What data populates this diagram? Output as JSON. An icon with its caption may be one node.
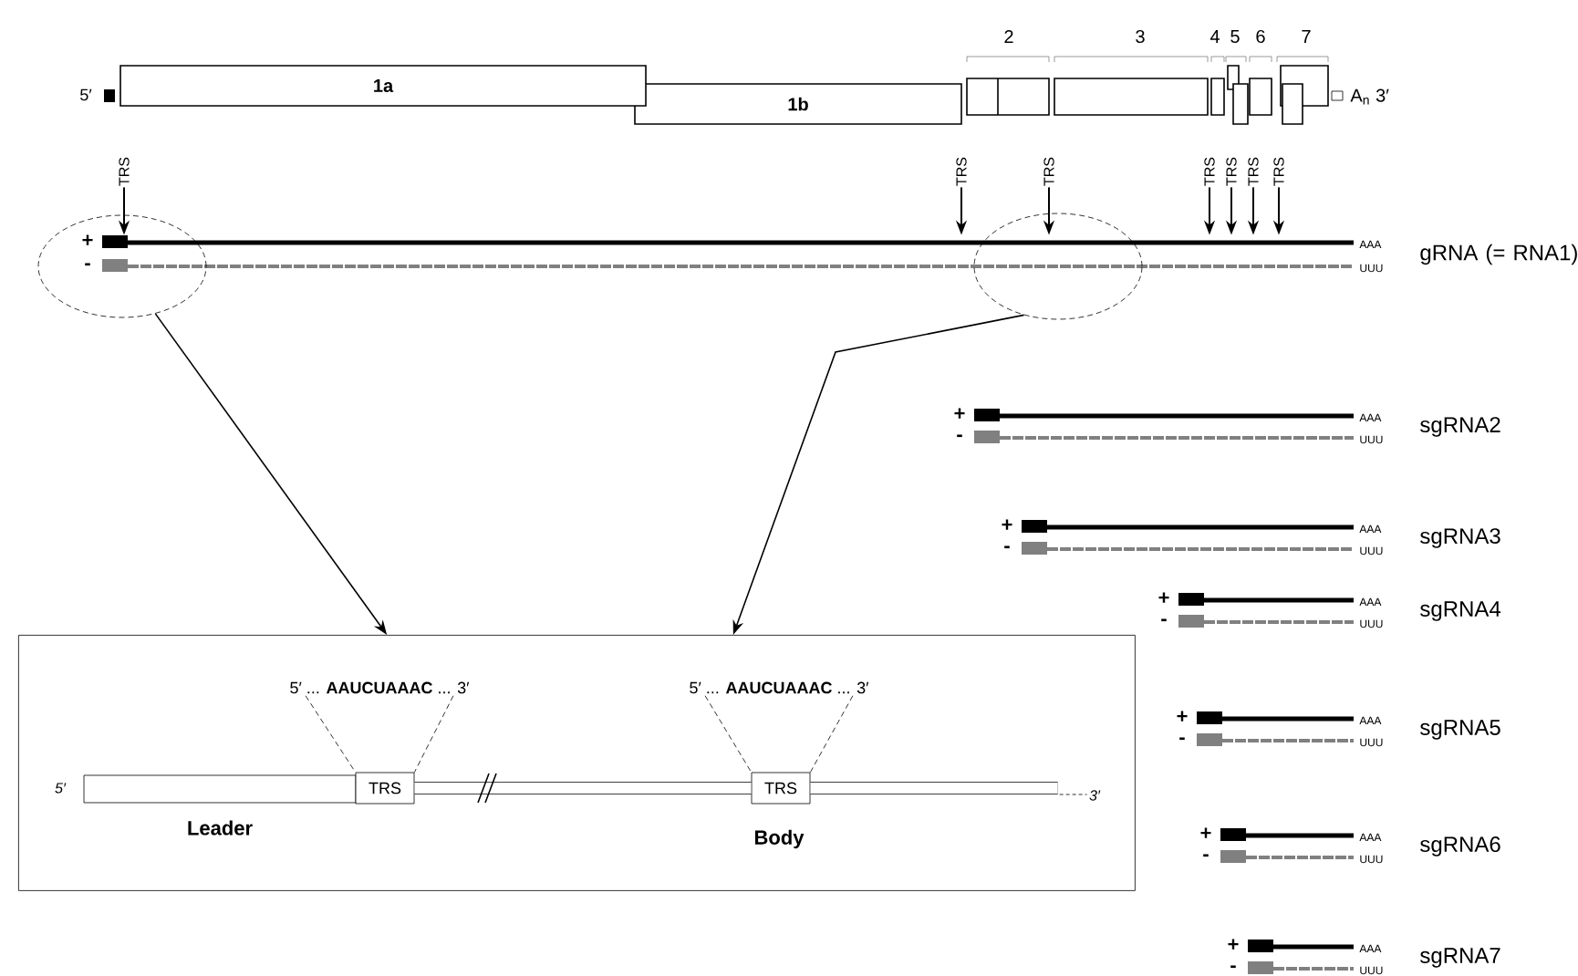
{
  "diagram": {
    "nodes": [
      {
        "text": [
          "1a"
        ]
      },
      {
        "text": [
          "1b"
        ]
      },
      {
        "text": [
          "2"
        ]
      },
      {
        "text": [
          "3"
        ]
      },
      {
        "text": [
          "4"
        ]
      },
      {
        "text": [
          "5"
        ]
      },
      {
        "text": [
          "6"
        ]
      },
      {
        "text": [
          "7"
        ]
      },
      {
        "text": [
          "TRS"
        ]
      },
      {
        "text": [
          "TRS"
        ]
      },
      {
        "text": [
          "TRS"
        ]
      },
      {
        "text": [
          "TRS"
        ]
      },
      {
        "text": [
          "TRS"
        ]
      },
      {
        "text": [
          "TRS"
        ]
      },
      {
        "text": [
          "TRS"
        ]
      },
      {
        "text": [],
        "shape": "bar",
        "beside": [
          "+",
          "-",
          "AAA",
          "UUU",
          "gRNA (= RNA1)"
        ]
      },
      {
        "text": [],
        "shape": "bar",
        "beside": [
          "+",
          "-",
          "AAA",
          "UUU",
          "sgRNA2"
        ]
      },
      {
        "text": [],
        "shape": "bar",
        "beside": [
          "+",
          "-",
          "AAA",
          "UUU",
          "sgRNA3"
        ]
      },
      {
        "text": [],
        "shape": "bar",
        "beside": [
          "+",
          "-",
          "AAA",
          "UUU",
          "sgRNA4"
        ]
      },
      {
        "text": [],
        "shape": "bar",
        "beside": [
          "+",
          "-",
          "AAA",
          "UUU",
          "sgRNA5"
        ]
      },
      {
        "text": [],
        "shape": "bar",
        "beside": [
          "+",
          "-",
          "AAA",
          "UUU",
          "sgRNA6"
        ]
      },
      {
        "text": [],
        "shape": "bar",
        "beside": [
          "+",
          "-",
          "AAA",
          "UUU",
          "sgRNA7"
        ]
      },
      {
        "text": [],
        "shape": "ellipse"
      },
      {
        "text": [],
        "shape": "ellipse"
      },
      {
        "text": [],
        "shape": "box"
      },
      {
        "text": [
          "5′ ... **AAUCUAAAC** ... 3′"
        ],
        "in": 24
      },
      {
        "text": [
          "5′ ... **AAUCUAAAC** ... 3′"
        ],
        "in": 24
      },
      {
        "text": [
          "Leader"
        ],
        "in": 24
      },
      {
        "text": [
          "TRS"
        ],
        "in": 24
      },
      {
        "text": [
          "TRS"
        ],
        "in": 24
      },
      {
        "text": [
          "3′"
        ],
        "in": 24
      }
    ],
    "edges": [
      {
        "from": 8,
        "to": 15,
        "arrow": "to"
      },
      {
        "from": 9,
        "to": 15,
        "arrow": "to"
      },
      {
        "from": 10,
        "to": 15,
        "arrow": "to"
      },
      {
        "from": 11,
        "to": 15,
        "arrow": "to"
      },
      {
        "from": 12,
        "to": 15,
        "arrow": "to"
      },
      {
        "from": 13,
        "to": 15,
        "arrow": "to"
      },
      {
        "from": 14,
        "to": 15,
        "arrow": "to"
      },
      {
        "from": 22,
        "to": 24,
        "arrow": "to"
      },
      {
        "from": 23,
        "to": 24,
        "arrow": "to"
      },
      {
        "from": 25,
        "to": 28,
        "arrow": "none",
        "style": "dashed"
      },
      {
        "from": 25,
        "to": 28,
        "arrow": "none",
        "style": "dashed"
      },
      {
        "from": 26,
        "to": 29,
        "arrow": "none",
        "style": "dashed"
      },
      {
        "from": 26,
        "to": 29,
        "arrow": "none",
        "style": "dashed"
      },
      {
        "from": 28,
        "to": 29,
        "arrow": "none",
        "style": "thick"
      },
      {
        "from": 29,
        "to": 30,
        "arrow": "none",
        "style": "thick"
      }
    ],
    "labels": [
      "5′",
      "A$_{n}$ 3′",
      "5′",
      "Body"
    ]
  }
}
